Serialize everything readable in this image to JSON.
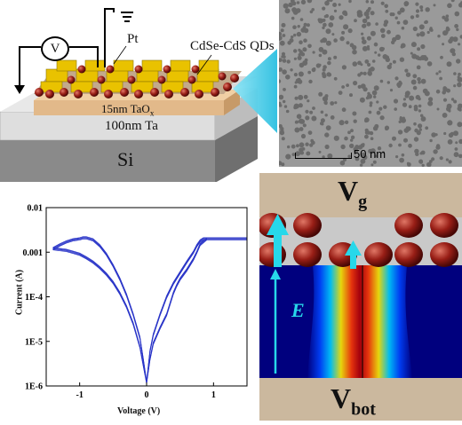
{
  "device": {
    "meter_symbol": "V",
    "electrode_label": "Pt",
    "qd_label": "CdSe-CdS QDs",
    "oxide_layer": "15nm TaO",
    "oxide_subscript": "x",
    "metal_layer": "100nm Ta",
    "substrate": "Si"
  },
  "tem": {
    "scale_bar": "50 nm"
  },
  "field_diagram": {
    "top_electrode": "V",
    "top_subscript": "g",
    "bottom_electrode": "V",
    "bottom_subscript": "bot",
    "field_label": "E"
  },
  "chart_data": {
    "type": "line",
    "title": "",
    "xlabel": "Voltage (V)",
    "ylabel": "Current (A)",
    "xlim": [
      -1.5,
      1.5
    ],
    "ylim": [
      1e-06,
      0.01
    ],
    "yscale": "log",
    "x_ticks": [
      -1,
      0,
      1
    ],
    "x_tick_labels": [
      "-1",
      "0",
      "1"
    ],
    "y_ticks": [
      1e-06,
      1e-05,
      0.0001,
      0.001,
      0.01
    ],
    "y_tick_labels": [
      "1E-6",
      "1E-5",
      "1E-4",
      "0.001",
      "0.01"
    ],
    "series_color": "#2a35c8",
    "series": [
      {
        "x": [
          -1.4,
          -1.3,
          -1.2,
          -1.1,
          -1.0,
          -0.95,
          -0.9,
          -0.85,
          -0.8,
          -0.7,
          -0.6,
          -0.5,
          -0.4,
          -0.3,
          -0.2,
          -0.1,
          -0.05,
          0
        ],
        "y": [
          0.0012,
          0.00145,
          0.0017,
          0.0019,
          0.002,
          0.0021,
          0.0021,
          0.002,
          0.0019,
          0.0014,
          0.0009,
          0.0005,
          0.00025,
          0.00011,
          4e-05,
          1.2e-05,
          4e-06,
          1.2e-06
        ]
      },
      {
        "x": [
          -1.4,
          -1.3,
          -1.2,
          -1.1,
          -1.0,
          -0.9,
          -0.8,
          -0.7,
          -0.6,
          -0.5,
          -0.4,
          -0.3,
          -0.2,
          -0.1,
          -0.05,
          0
        ],
        "y": [
          0.0012,
          0.00115,
          0.0011,
          0.001,
          0.0009,
          0.00075,
          0.0006,
          0.00045,
          0.00032,
          0.00021,
          0.00012,
          6e-05,
          2.5e-05,
          7.5e-06,
          3e-06,
          1.2e-06
        ]
      },
      {
        "x": [
          0,
          0.05,
          0.1,
          0.2,
          0.3,
          0.35,
          0.4,
          0.45,
          0.5,
          0.6,
          0.7,
          0.75,
          0.8,
          0.9,
          1.0,
          1.1,
          1.2,
          1.3,
          1.4,
          1.5
        ],
        "y": [
          1.2e-06,
          4e-06,
          9e-06,
          2e-05,
          4e-05,
          7e-05,
          0.00012,
          0.00018,
          0.00025,
          0.0004,
          0.0007,
          0.001,
          0.0015,
          0.002,
          0.002,
          0.002,
          0.002,
          0.002,
          0.002,
          0.002
        ]
      },
      {
        "x": [
          0,
          0.05,
          0.1,
          0.2,
          0.3,
          0.4,
          0.5,
          0.6,
          0.7,
          0.75,
          0.8,
          0.85,
          0.9
        ],
        "y": [
          1.2e-06,
          6e-06,
          1.4e-05,
          4e-05,
          0.0001,
          0.0002,
          0.00035,
          0.0006,
          0.001,
          0.0014,
          0.0018,
          0.002,
          0.002
        ]
      }
    ]
  }
}
